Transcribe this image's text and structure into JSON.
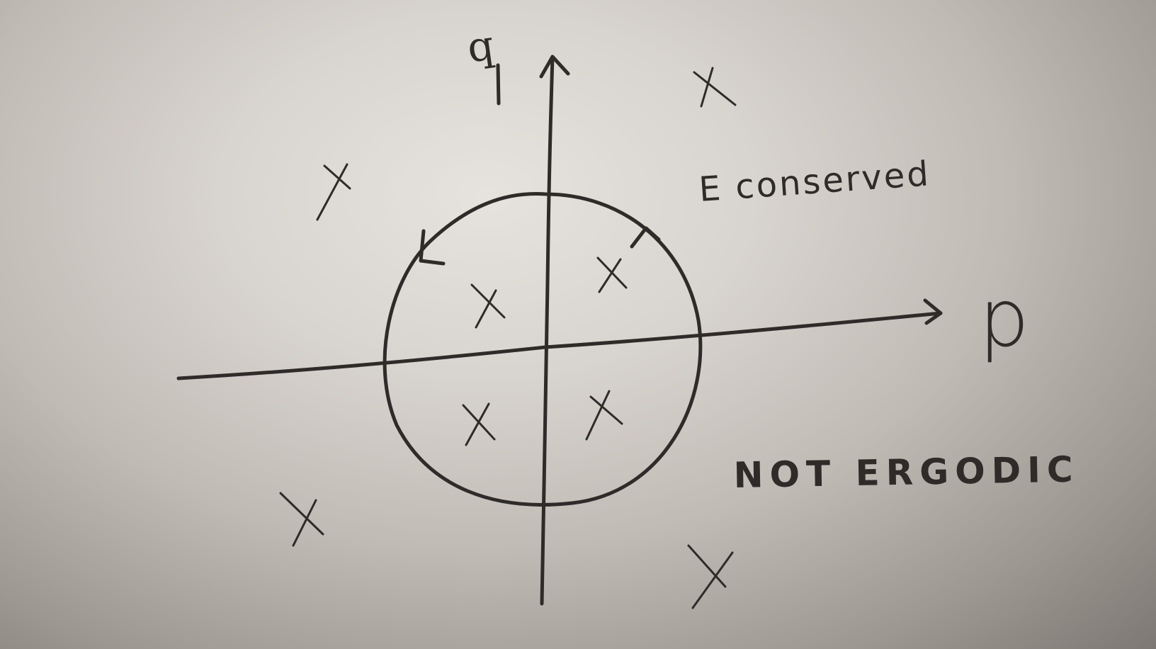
{
  "sketch": {
    "y_axis_label": "q",
    "x_axis_label": "p",
    "annotation_conserved": "E conserved",
    "annotation_ergodic": "NOT ERGODIC",
    "ink_color": "#2f2b29",
    "paper_color": "#d8d4cf"
  }
}
